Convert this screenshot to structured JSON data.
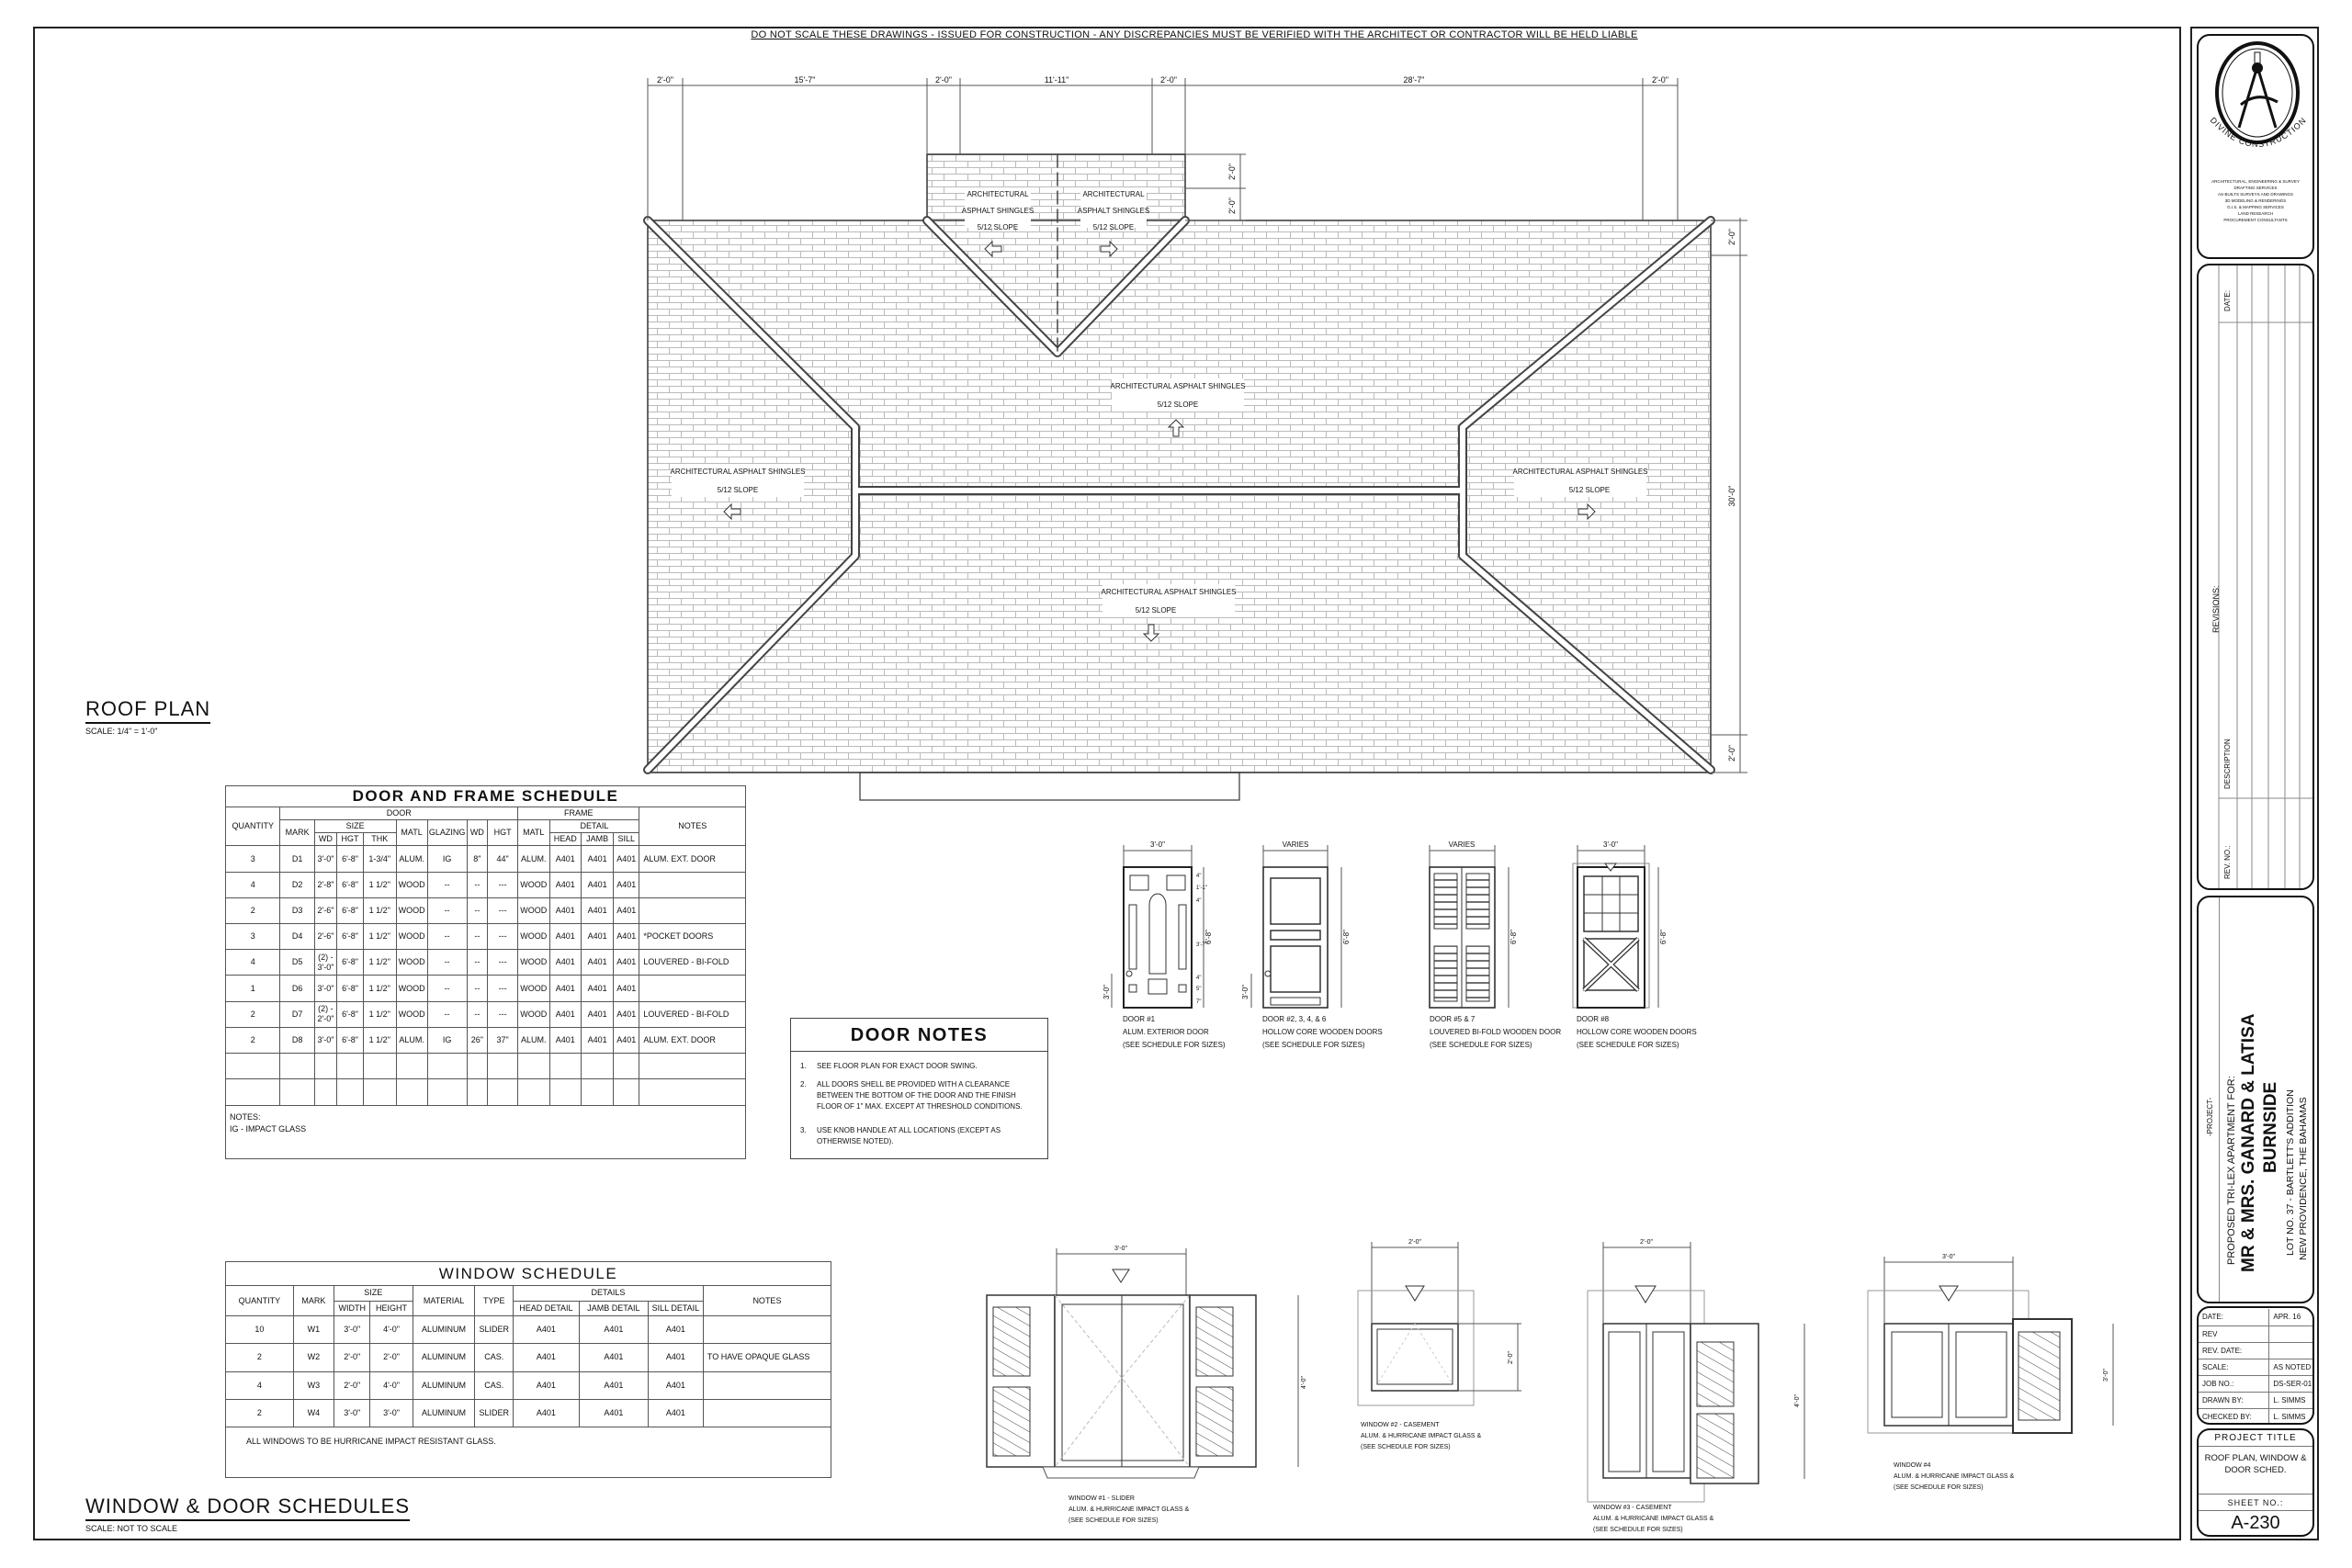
{
  "header_note": "DO NOT SCALE THESE DRAWINGS - ISSUED FOR CONSTRUCTION - ANY DISCREPANCIES MUST BE VERIFIED WITH THE ARCHITECT OR CONTRACTOR WILL BE HELD LIABLE",
  "roof_plan": {
    "title": "ROOF PLAN",
    "scale": "SCALE: 1/4\" = 1'-0\"",
    "dims_top": [
      "2'-0\"",
      "15'-7\"",
      "2'-0\"",
      "11'-11\"",
      "2'-0\"",
      "28'-7\"",
      "2'-0\""
    ],
    "dims_right": [
      "2'-0\"",
      "30'-0\"",
      "2'-0\""
    ],
    "dims_projection": [
      "2'-0\"",
      "2'-0\""
    ],
    "labels": [
      {
        "l1": "ARCHITECTURAL",
        "l2": "ASPHALT SHINGLES",
        "l3": "5/12 SLOPE"
      },
      {
        "l1": "ARCHITECTURAL",
        "l2": "ASPHALT SHINGLES",
        "l3": "5/12 SLOPE"
      },
      {
        "l1": "ARCHITECTURAL ASPHALT SHINGLES",
        "l3": "5/12 SLOPE"
      },
      {
        "l1": "ARCHITECTURAL ASPHALT SHINGLES",
        "l3": "5/12 SLOPE"
      },
      {
        "l1": "ARCHITECTURAL ASPHALT SHINGLES",
        "l3": "5/12 SLOPE"
      },
      {
        "l1": "ARCHITECTURAL ASPHALT SHINGLES",
        "l3": "5/12 SLOPE"
      }
    ]
  },
  "door_schedule": {
    "title": "DOOR AND FRAME SCHEDULE",
    "groups": {
      "door": "DOOR",
      "frame": "FRAME",
      "size": "SIZE",
      "detail": "DETAIL"
    },
    "columns": {
      "quantity": "QUANTITY",
      "mark": "MARK",
      "wd": "WD",
      "hgt": "HGT",
      "thk": "THK",
      "matl": "MATL",
      "glazing": "GLAZING",
      "lwd": "WD",
      "lhgt": "HGT",
      "fmatl": "MATL",
      "head": "HEAD",
      "jamb": "JAMB",
      "sill": "SILL",
      "notes": "NOTES"
    },
    "rows": [
      [
        "3",
        "D1",
        "3'-0\"",
        "6'-8\"",
        "1-3/4\"",
        "ALUM.",
        "IG",
        "8\"",
        "44\"",
        "ALUM.",
        "A401",
        "A401",
        "A401",
        "ALUM. EXT. DOOR"
      ],
      [
        "4",
        "D2",
        "2'-8\"",
        "6'-8\"",
        "1 1/2\"",
        "WOOD",
        "--",
        "--",
        "---",
        "WOOD",
        "A401",
        "A401",
        "A401",
        ""
      ],
      [
        "2",
        "D3",
        "2'-6\"",
        "6'-8\"",
        "1 1/2\"",
        "WOOD",
        "--",
        "--",
        "---",
        "WOOD",
        "A401",
        "A401",
        "A401",
        ""
      ],
      [
        "3",
        "D4",
        "2'-6\"",
        "6'-8\"",
        "1 1/2\"",
        "WOOD",
        "--",
        "--",
        "---",
        "WOOD",
        "A401",
        "A401",
        "A401",
        "*POCKET DOORS"
      ],
      [
        "4",
        "D5",
        "(2) - 3'-0\"",
        "6'-8\"",
        "1 1/2\"",
        "WOOD",
        "--",
        "--",
        "---",
        "WOOD",
        "A401",
        "A401",
        "A401",
        "LOUVERED - BI-FOLD"
      ],
      [
        "1",
        "D6",
        "3'-0\"",
        "6'-8\"",
        "1 1/2\"",
        "WOOD",
        "--",
        "--",
        "---",
        "WOOD",
        "A401",
        "A401",
        "A401",
        ""
      ],
      [
        "2",
        "D7",
        "(2) - 2'-0\"",
        "6'-8\"",
        "1 1/2\"",
        "WOOD",
        "--",
        "--",
        "---",
        "WOOD",
        "A401",
        "A401",
        "A401",
        "LOUVERED - BI-FOLD"
      ],
      [
        "2",
        "D8",
        "3'-0\"",
        "6'-8\"",
        "1 1/2\"",
        "ALUM.",
        "IG",
        "26\"",
        "37\"",
        "ALUM.",
        "A401",
        "A401",
        "A401",
        "ALUM. EXT. DOOR"
      ],
      [
        "",
        "",
        "",
        "",
        "",
        "",
        "",
        "",
        "",
        "",
        "",
        "",
        "",
        ""
      ],
      [
        "",
        "",
        "",
        "",
        "",
        "",
        "",
        "",
        "",
        "",
        "",
        "",
        "",
        ""
      ]
    ],
    "notes_label": "NOTES:",
    "notes": "IG - IMPACT GLASS"
  },
  "door_notes": {
    "title": "DOOR NOTES",
    "items": [
      {
        "n": "1.",
        "text": "SEE FLOOR PLAN FOR EXACT DOOR SWING."
      },
      {
        "n": "2.",
        "text": "ALL DOORS SHELL BE PROVIDED WITH A CLEARANCE BETWEEN THE BOTTOM OF THE DOOR AND THE FINISH FLOOR OF 1\" MAX. EXCEPT AT THRESHOLD CONDITIONS."
      },
      {
        "n": "3.",
        "text": "USE KNOB HANDLE AT ALL LOCATIONS (EXCEPT AS OTHERWISE NOTED)."
      }
    ]
  },
  "door_elevations": [
    {
      "width": "3'-0\"",
      "height": "6'-8\"",
      "knob": "3'-0\"",
      "l1": "DOOR #1",
      "l2": "ALUM. EXTERIOR DOOR",
      "l3": "(SEE SCHEDULE FOR SIZES)",
      "sub": [
        "4\"",
        "1'-1\"",
        "4\"",
        "3'-7\"",
        "4\"",
        "5\"",
        "7\""
      ]
    },
    {
      "width": "VARIES",
      "height": "6'-8\"",
      "knob": "3'-0\"",
      "l1": "DOOR #2, 3, 4, & 6",
      "l2": "HOLLOW CORE WOODEN DOORS",
      "l3": "(SEE SCHEDULE FOR SIZES)"
    },
    {
      "width": "VARIES",
      "height": "6'-8\"",
      "l1": "DOOR #5 & 7",
      "l2": "LOUVERED BI-FOLD WOODEN DOOR",
      "l3": "(SEE SCHEDULE FOR SIZES)"
    },
    {
      "width": "3'-0\"",
      "height": "6'-8\"",
      "l1": "DOOR #8",
      "l2": "HOLLOW CORE WOODEN DOORS",
      "l3": "(SEE SCHEDULE FOR SIZES)"
    }
  ],
  "window_elevations": [
    {
      "width": "3'-0\"",
      "height": "4'-0\"",
      "l1": "WINDOW #1 - SLIDER",
      "l2": "ALUM. & HURRICANE IMPACT GLASS &",
      "l3": "(SEE SCHEDULE FOR SIZES)"
    },
    {
      "width": "2'-0\"",
      "height": "2'-0\"",
      "l1": "WINDOW #2 - CASEMENT",
      "l2": "ALUM. & HURRICANE IMPACT GLASS &",
      "l3": "(SEE SCHEDULE FOR SIZES)"
    },
    {
      "width": "2'-0\"",
      "height": "4'-0\"",
      "l1": "WINDOW #3 - CASEMENT",
      "l2": "ALUM. & HURRICANE IMPACT GLASS &",
      "l3": "(SEE SCHEDULE FOR SIZES)"
    },
    {
      "width": "3'-0\"",
      "height": "3'-0\"",
      "l1": "WINDOW #4",
      "l2": "ALUM. & HURRICANE IMPACT GLASS &",
      "l3": "(SEE SCHEDULE FOR SIZES)"
    }
  ],
  "window_schedule": {
    "title": "WINDOW SCHEDULE",
    "groups": {
      "size": "SIZE",
      "details": "DETAILS"
    },
    "columns": {
      "quantity": "QUANTITY",
      "mark": "MARK",
      "width": "WIDTH",
      "height": "HEIGHT",
      "material": "MATERIAL",
      "type": "TYPE",
      "head": "HEAD DETAIL",
      "jamb": "JAMB DETAIL",
      "sill": "SILL DETAIL",
      "notes": "NOTES"
    },
    "rows": [
      [
        "10",
        "W1",
        "3'-0\"",
        "4'-0\"",
        "ALUMINUM",
        "SLIDER",
        "A401",
        "A401",
        "A401",
        ""
      ],
      [
        "2",
        "W2",
        "2'-0\"",
        "2'-0\"",
        "ALUMINUM",
        "CAS.",
        "A401",
        "A401",
        "A401",
        "TO HAVE OPAQUE GLASS"
      ],
      [
        "4",
        "W3",
        "2'-0\"",
        "4'-0\"",
        "ALUMINUM",
        "CAS.",
        "A401",
        "A401",
        "A401",
        ""
      ],
      [
        "2",
        "W4",
        "3'-0\"",
        "3'-0\"",
        "ALUMINUM",
        "SLIDER",
        "A401",
        "A401",
        "A401",
        ""
      ]
    ],
    "note": "ALL WINDOWS TO BE HURRICANE IMPACT RESISTANT GLASS."
  },
  "schedules_view": {
    "title": "WINDOW & DOOR SCHEDULES",
    "scale": "SCALE: NOT TO SCALE"
  },
  "title_block": {
    "company": "DIVINE CONSTRUCTION SERVICES",
    "services": [
      "ARCHITECTURAL, ENGINEERING & SURVEY DRAFTING SERVICES",
      "AS-BUILTS SURVEYS AND DRAWINGS",
      "3D MODELING & RENDERINGS",
      "G.I.S. & MAPPING SERVICES",
      "LAND RESEARCH",
      "PROCUREMENT CONSULTANTS"
    ],
    "revisions": {
      "title": "REVISIONS:",
      "rev_no": "REV. NO.:",
      "description": "DESCRIPTION",
      "date": "DATE:"
    },
    "project": {
      "label": "-PROJECT-",
      "line1": "PROPOSED TRI-LEX APARTMENT FOR:",
      "client1": "MR & MRS. GANARD & LATISA",
      "client2": "BURNSIDE",
      "loc1": "LOT NO. 37 - BARTLETT'S ADDITION",
      "loc2": "NEW PROVIDENCE, THE BAHAMAS"
    },
    "info": [
      {
        "k": "DATE:",
        "v": "APR. 16"
      },
      {
        "k": "REV",
        "v": ""
      },
      {
        "k": "REV. DATE:",
        "v": ""
      },
      {
        "k": "SCALE:",
        "v": "AS NOTED"
      },
      {
        "k": "JOB NO.:",
        "v": "DS-SER-01"
      },
      {
        "k": "DRAWN BY:",
        "v": "L. SIMMS"
      },
      {
        "k": "CHECKED BY:",
        "v": "L. SIMMS"
      }
    ],
    "project_title_label": "PROJECT TITLE",
    "project_title": "ROOF PLAN, WINDOW & DOOR SCHED.",
    "sheet_label": "SHEET NO.:",
    "sheet_no": "A-230"
  }
}
